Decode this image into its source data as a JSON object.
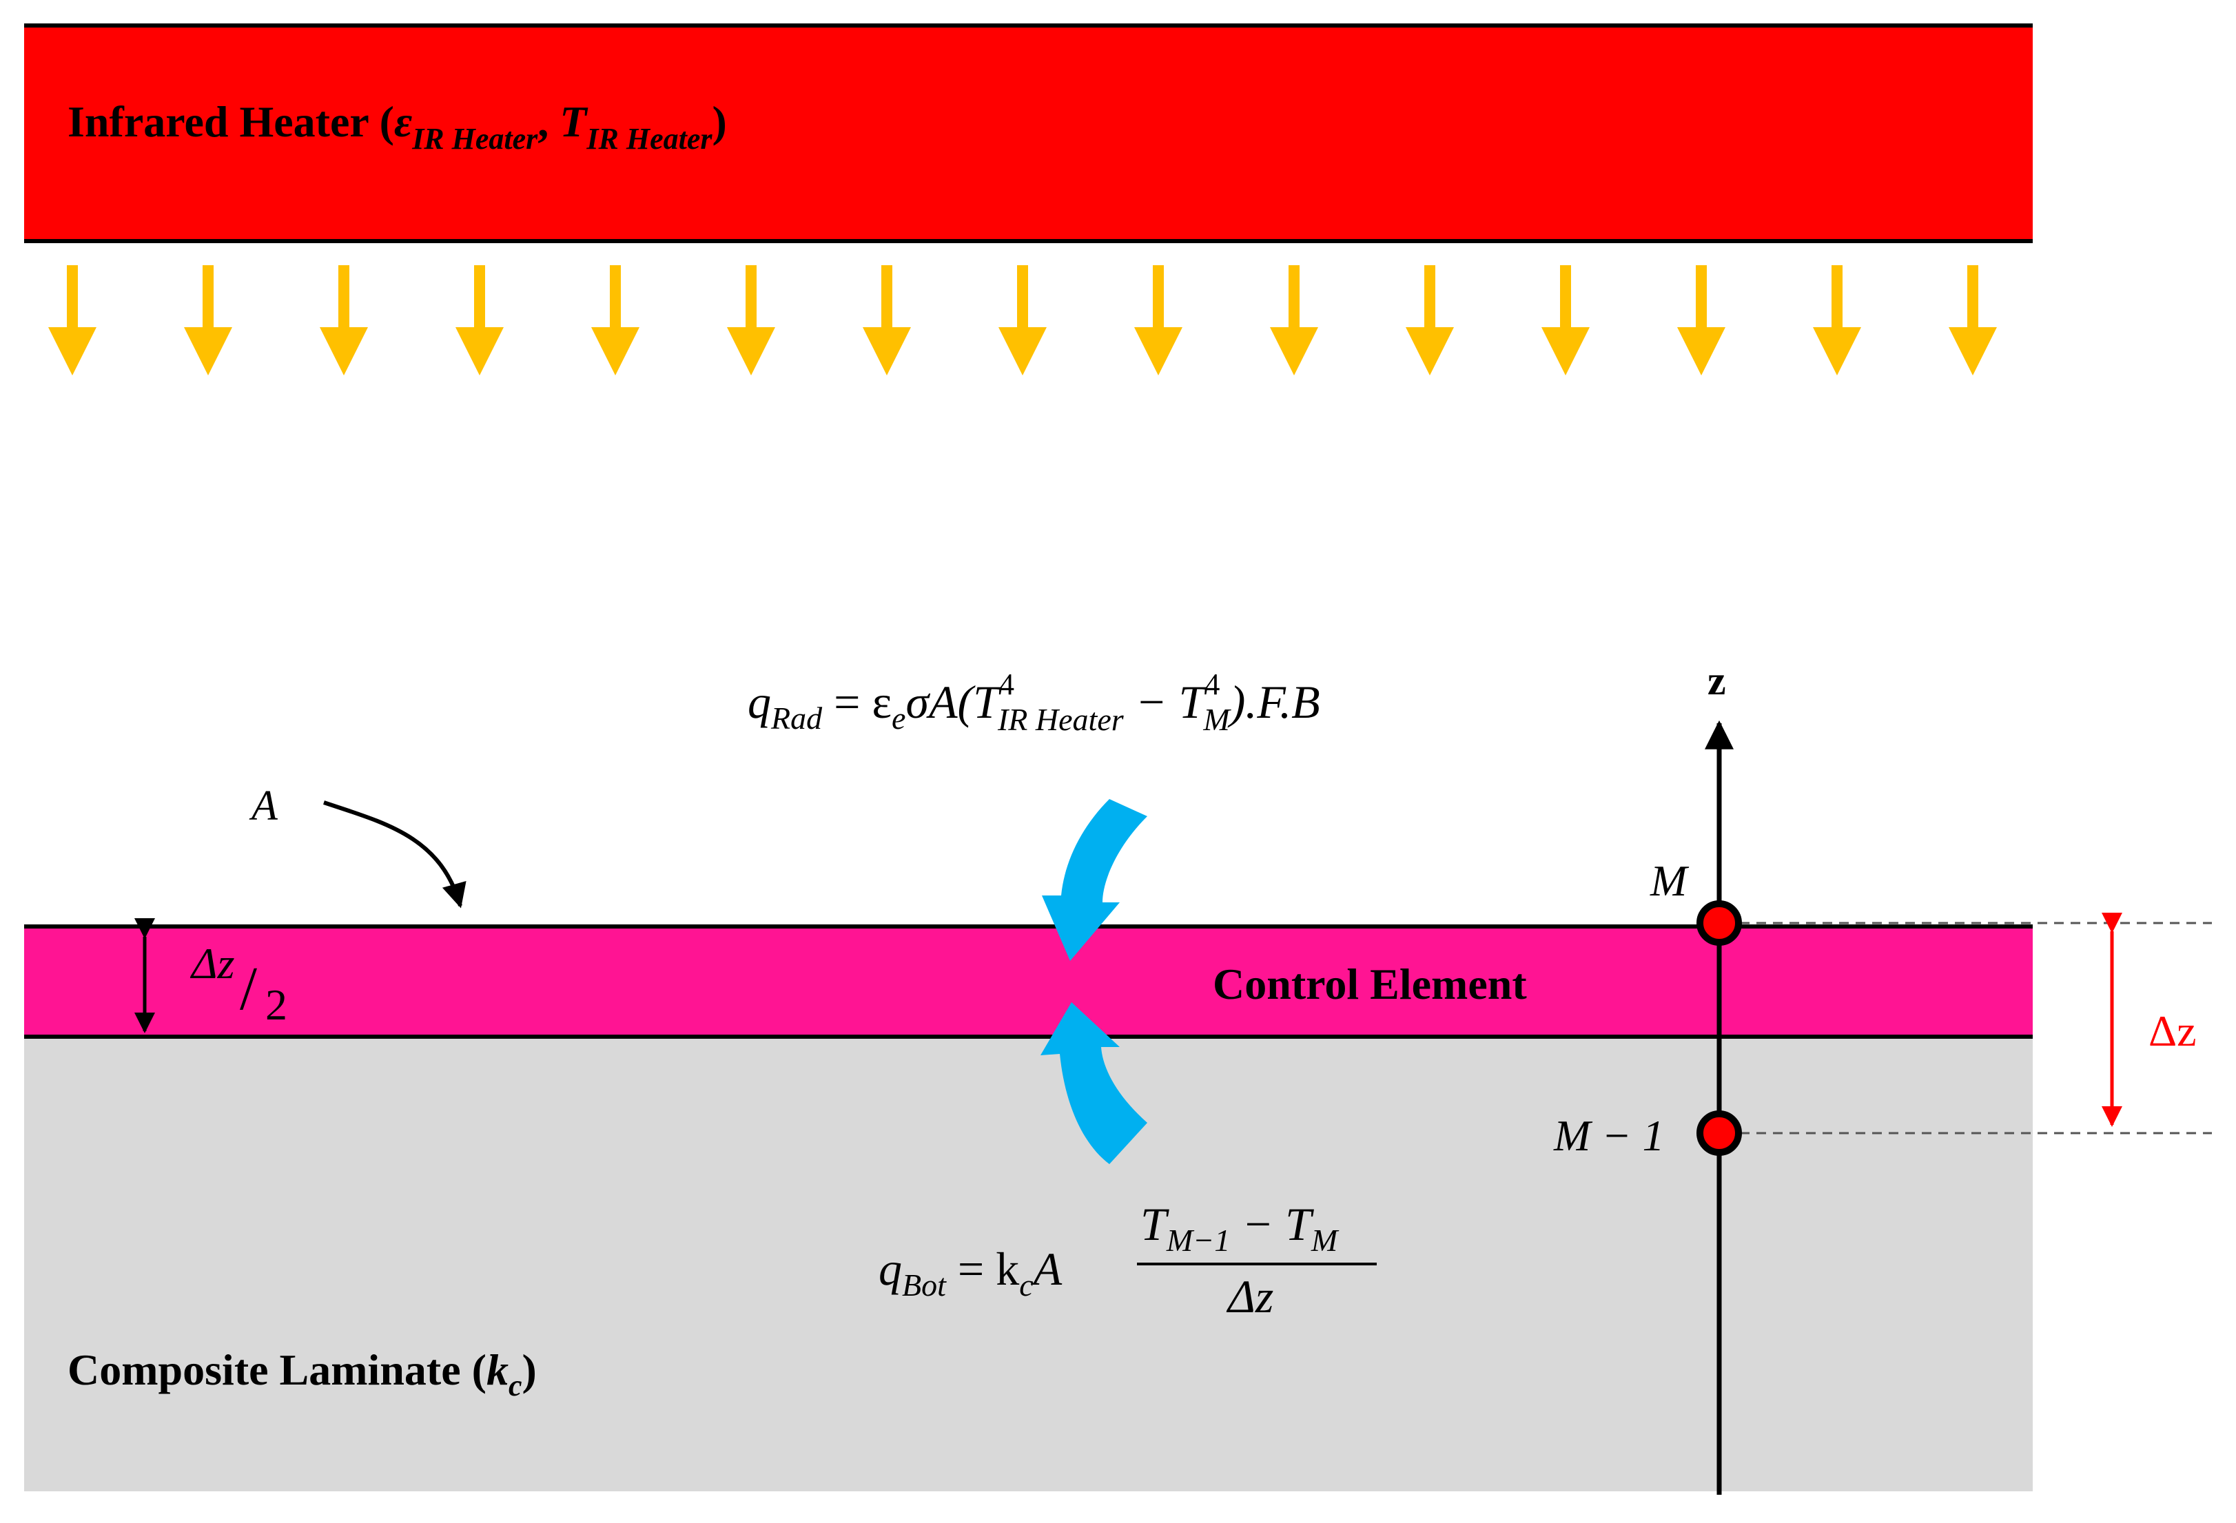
{
  "heater": {
    "label_prefix": "Infrared Heater (",
    "eps": "ε",
    "sub": "IR Heater",
    "sep": ", ",
    "T": "T",
    "suffix": ")",
    "color": "#ff0000"
  },
  "arrow_color": "#ffc000",
  "flux_arrow_color": "#00b0f0",
  "control_element": {
    "label": "Control Element",
    "color": "#ff1493"
  },
  "laminate": {
    "label_prefix": "Composite Laminate (",
    "k": "k",
    "k_sub": "c",
    "suffix": ")",
    "color": "#d9d9d9"
  },
  "surface_label": "A",
  "half_dz": {
    "num": "Δz",
    "slash": "/",
    "den": "2"
  },
  "axis_label": "z",
  "node_M": "M",
  "node_M1": "M − 1",
  "dz_label": "Δz",
  "dz_color": "#ff0000",
  "node_color": "#ff0000",
  "q_rad": {
    "q": "q",
    "q_sub": "Rad",
    "eq": " = ε",
    "e_sub": "e",
    "sigmaA": "σA(T",
    "sup4a": "4",
    "sub_ir": "IR Heater",
    "minus": " − T",
    "sup4b": "4",
    "sub_m": "M",
    "tail": ").F.B"
  },
  "q_bot": {
    "q": "q",
    "q_sub": "Bot",
    "eq": " = k",
    "k_sub": "c",
    "A": "A",
    "num_T1": "T",
    "num_sub1": "M−1",
    "num_minus": " − T",
    "num_sub2": "M",
    "den": "Δz"
  }
}
